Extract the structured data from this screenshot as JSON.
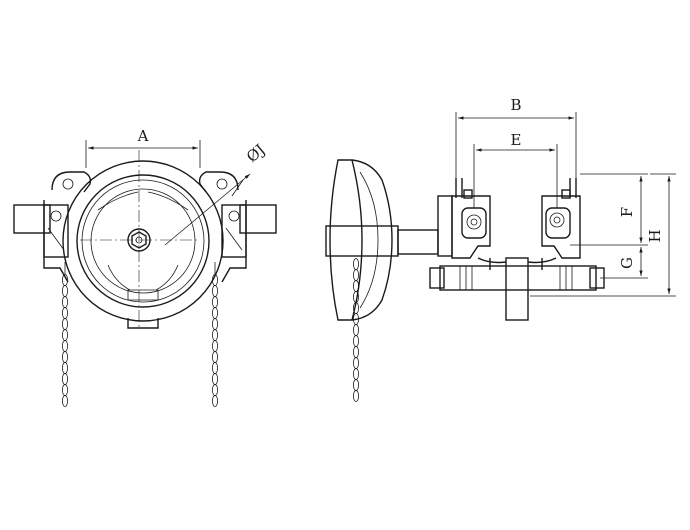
{
  "dimensions": {
    "a": "A",
    "b": "B",
    "e": "E",
    "f": "F",
    "g": "G",
    "h": "H",
    "j": "ØJ"
  },
  "views": {
    "front": "front-view",
    "side": "side-view"
  }
}
